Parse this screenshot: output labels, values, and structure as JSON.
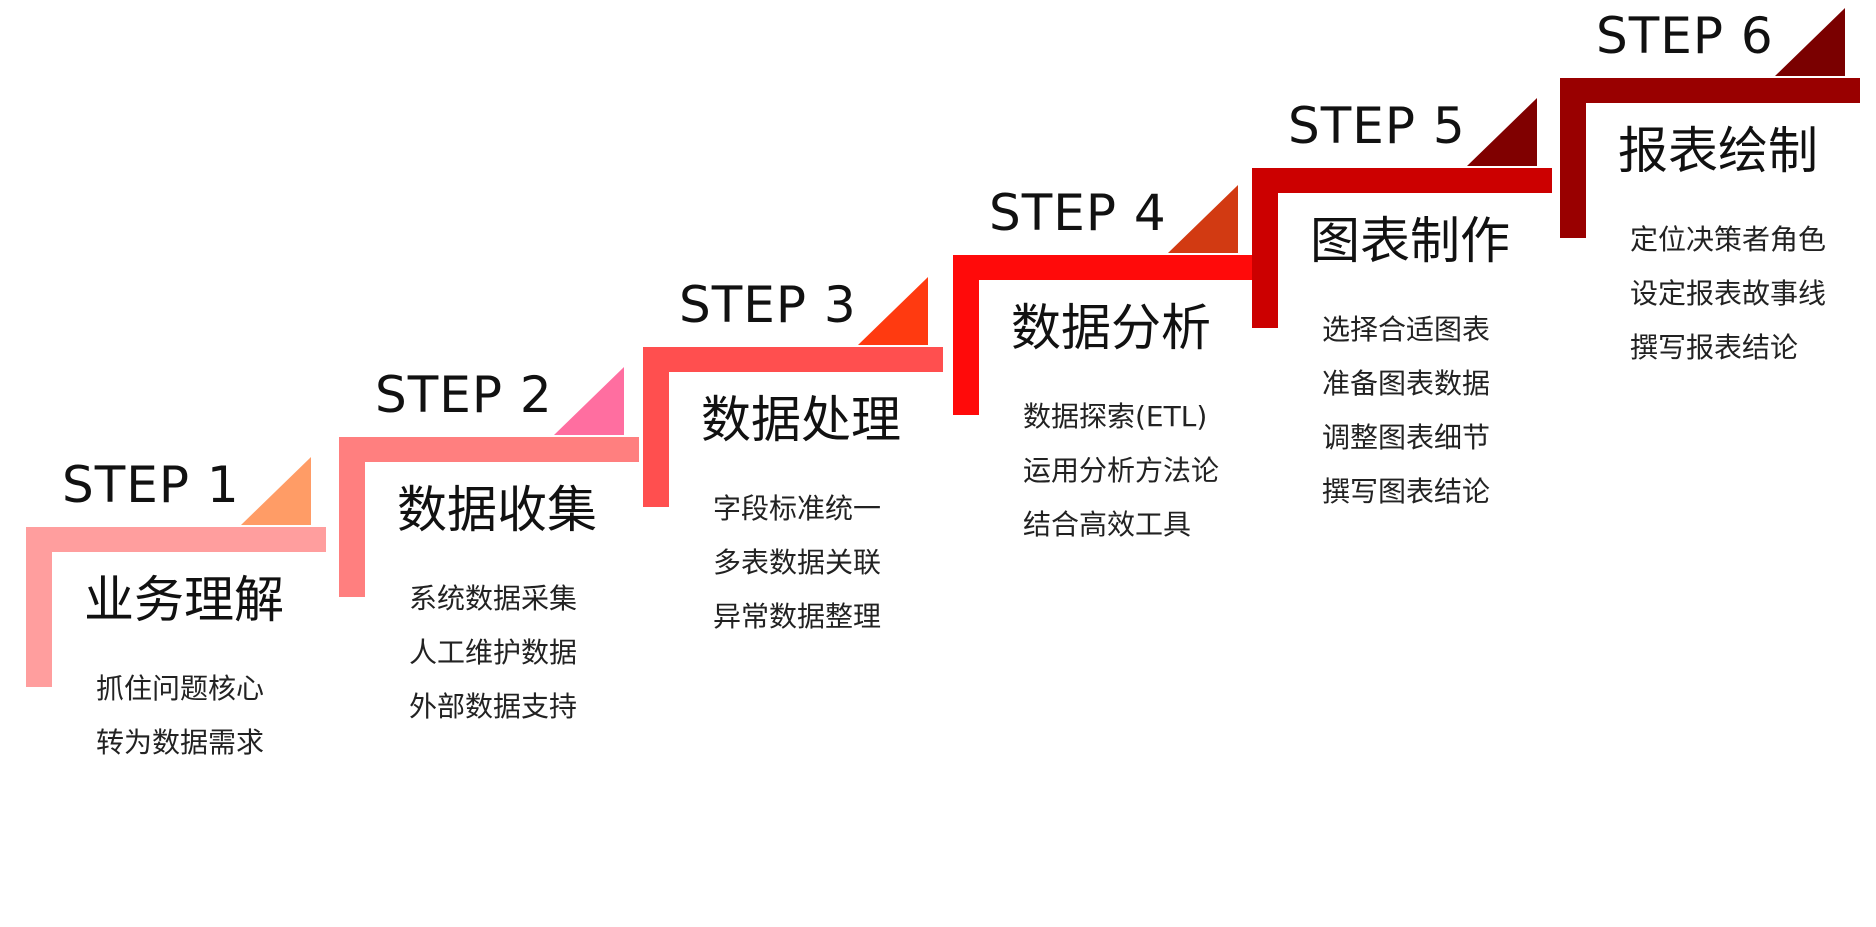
{
  "steps": [
    {
      "label": "STEP 1",
      "title": "业务理解",
      "lines": [
        "抓住问题核心",
        "转为数据需求"
      ],
      "bar_color": "#FF9E9E",
      "triangle_color": "#FF9C66"
    },
    {
      "label": "STEP 2",
      "title": "数据收集",
      "lines": [
        "系统数据采集",
        "人工维护数据",
        "外部数据支持"
      ],
      "bar_color": "#FF7F7F",
      "triangle_color": "#FF6EA0"
    },
    {
      "label": "STEP 3",
      "title": "数据处理",
      "lines": [
        "字段标准统一",
        "多表数据关联",
        "异常数据整理"
      ],
      "bar_color": "#FF4F4F",
      "triangle_color": "#FF3A10"
    },
    {
      "label": "STEP 4",
      "title": "数据分析",
      "lines": [
        "数据探索(ETL)",
        "运用分析方法论",
        "结合高效工具"
      ],
      "bar_color": "#FF0A0A",
      "triangle_color": "#D23A12"
    },
    {
      "label": "STEP 5",
      "title": "图表制作",
      "lines": [
        "选择合适图表",
        "准备图表数据",
        "调整图表细节",
        "撰写图表结论"
      ],
      "bar_color": "#CC0000",
      "triangle_color": "#800000"
    },
    {
      "label": "STEP 6",
      "title": "报表绘制",
      "lines": [
        "定位决策者角色",
        "设定报表故事线",
        "撰写报表结论"
      ],
      "bar_color": "#990000",
      "triangle_color": "#7A0000"
    }
  ]
}
